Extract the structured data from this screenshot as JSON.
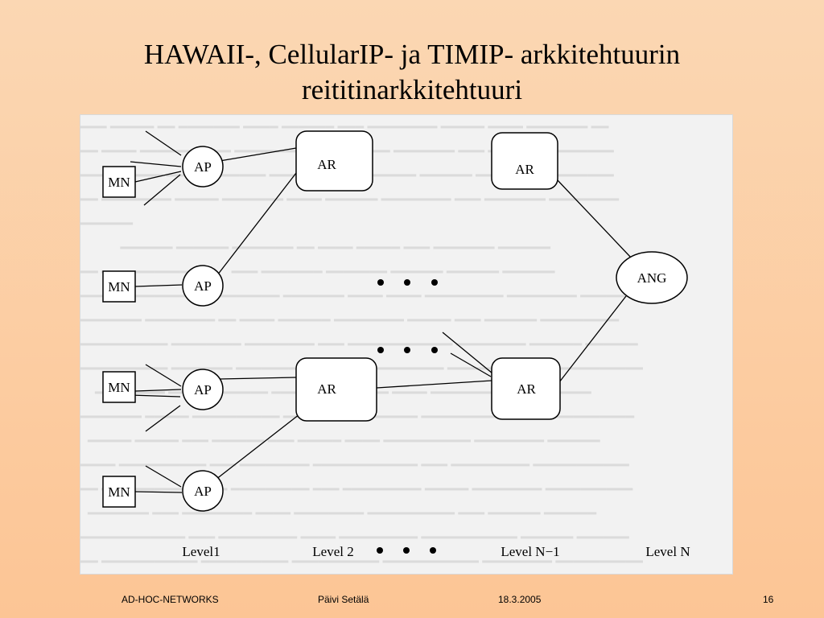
{
  "slide": {
    "title_line1": "HAWAII-, CellularIP- ja TIMIP- arkkitehtuurin",
    "title_line2": "reititinarkkitehtuuri"
  },
  "diagram": {
    "nodes": {
      "mn": [
        "MN",
        "MN",
        "MN",
        "MN"
      ],
      "ap": [
        "AP",
        "AP",
        "AP",
        "AP"
      ],
      "ar": [
        "AR",
        "AR",
        "AR",
        "AR"
      ],
      "ang": "ANG"
    },
    "levels": [
      "Level1",
      "Level 2",
      "Level N−1",
      "Level N"
    ]
  },
  "footer": {
    "left": "AD-HOC-NETWORKS",
    "author": "Päivi Setälä",
    "date": "18.3.2005",
    "page": "16"
  }
}
